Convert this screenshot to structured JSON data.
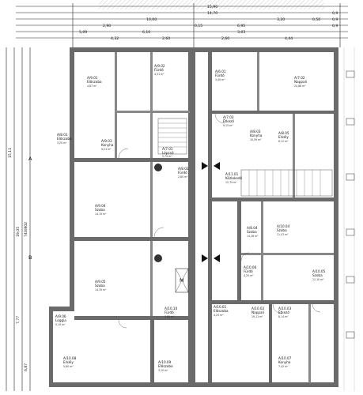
{
  "top_dimensions": {
    "row1": [
      "15,90"
    ],
    "row2": [
      "14,70",
      "0,9"
    ],
    "row3": [
      "10,00",
      "3,20",
      "0,50",
      "0,9"
    ],
    "row4": [
      "2,90",
      "0,15",
      "6,95",
      "0,9"
    ],
    "row5": [
      "4,32",
      "6,10",
      "3,03",
      "4,44"
    ],
    "row6": [
      "5,09",
      "2,60",
      "2,60"
    ]
  },
  "left_dimensions": [
    "15,11",
    "19,05",
    "740/802",
    "7,77",
    "6,87"
  ],
  "rooms": [
    {
      "id": "A/9.01",
      "name": "Előszoba",
      "area": "4,87 m²"
    },
    {
      "id": "A/9.02",
      "name": "Fürdő",
      "area": "4,31 m²"
    },
    {
      "id": "A/9.03",
      "name": "Konyha",
      "area": "9,21 m²"
    },
    {
      "id": "A/9.04",
      "name": "Szoba",
      "area": "14,15 m²"
    },
    {
      "id": "A/9.05",
      "name": "Szoba",
      "area": "14,35 m²"
    },
    {
      "id": "A/9.06",
      "name": "Loggia",
      "area": "5,10 m²"
    },
    {
      "id": "A/8.01",
      "name": "Előszoba",
      "area": "3,20 m²"
    },
    {
      "id": "A/8.02",
      "name": "Fürdő",
      "area": "2,80 m²"
    },
    {
      "id": "A/8.03",
      "name": "Konyha",
      "area": "10,59 m²"
    },
    {
      "id": "A/8.04",
      "name": "Szoba",
      "area": "14,26 m²"
    },
    {
      "id": "A/8.05",
      "name": "Erkély",
      "area": "6,12 m²"
    },
    {
      "id": "A/7.01",
      "name": "Lépcső",
      "area": "5,75 m²"
    },
    {
      "id": "A/7.02",
      "name": "Nappali",
      "area": "20,88 m²"
    },
    {
      "id": "A/7.03",
      "name": "Étkező",
      "area": "9,15 m²"
    },
    {
      "id": "A/6.01",
      "name": "Fürdő",
      "area": "3,40 m²"
    },
    {
      "id": "A/11.01",
      "name": "Közlekedő",
      "area": "12,79 m²"
    },
    {
      "id": "A/10.01",
      "name": "Előszoba",
      "area": "4,25 m²"
    },
    {
      "id": "A/10.02",
      "name": "Nappali",
      "area": "19,11 m²"
    },
    {
      "id": "A/10.03",
      "name": "Étkező",
      "area": "8,14 m²"
    },
    {
      "id": "A/10.04",
      "name": "Szoba",
      "area": "11,47 m²"
    },
    {
      "id": "A/10.05",
      "name": "Szoba",
      "area": "12,10 m²"
    },
    {
      "id": "A/10.06",
      "name": "Fürdő",
      "area": "4,20 m²"
    },
    {
      "id": "A/10.07",
      "name": "Konyha",
      "area": "7,42 m²"
    },
    {
      "id": "A/10.08",
      "name": "Erkély",
      "area": "5,60 m²"
    },
    {
      "id": "A/10.09",
      "name": "Előszoba",
      "area": "3,10 m²"
    },
    {
      "id": "A/10.10",
      "name": "Fürdő",
      "area": "3,85 m²"
    }
  ],
  "markers": {
    "axis_a": "A",
    "axis_b": "B",
    "lift": "M"
  }
}
